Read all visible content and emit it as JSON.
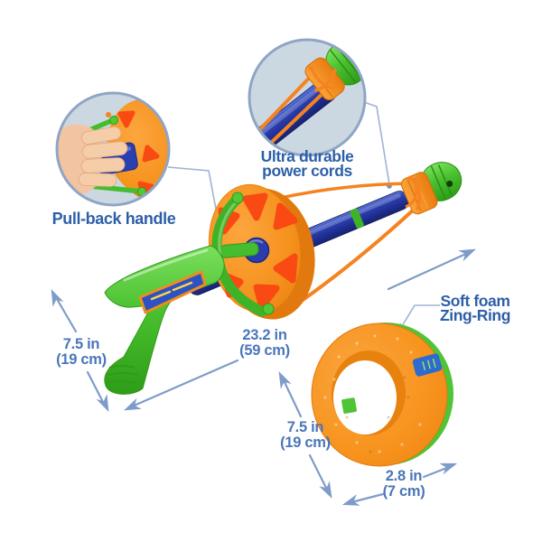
{
  "image_type": "toy product diagram with callouts and dimensions",
  "callouts": {
    "pull_back_handle": "Pull-back handle",
    "power_cords": [
      "Ultra durable",
      "power cords"
    ],
    "zing_ring": [
      "Soft foam",
      "Zing-Ring"
    ]
  },
  "dimensions": {
    "launcher_length": [
      "23.2 in",
      "(59 cm)"
    ],
    "grip_height": [
      "7.5 in",
      "(19 cm)"
    ],
    "ring_diameter": [
      "7.5 in",
      "(19 cm)"
    ],
    "ring_width": [
      "2.8 in",
      "(7 cm)"
    ]
  },
  "colors": {
    "foam_orange": "#f6921e",
    "hole_red_orange": "#f84a12",
    "plastic_green": "#46bd2e",
    "plastic_blue": "#2b3cae",
    "label_blue": "#2d5fa8",
    "dimension_blue": "#4a76ba",
    "dimension_line": "#7e9cc9",
    "callout_line": "#9db3d3",
    "inset_background": "#ccd8e1",
    "inset_border": "#8fa5c5"
  }
}
